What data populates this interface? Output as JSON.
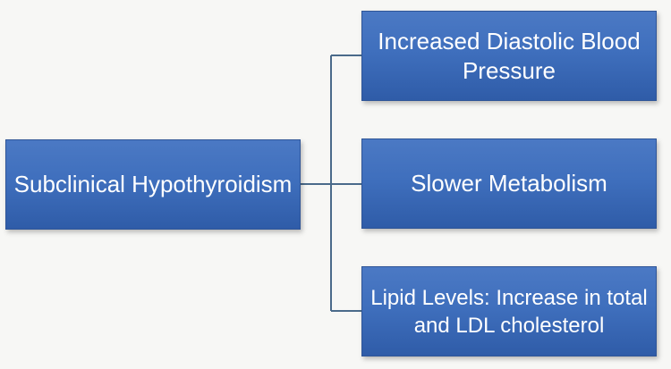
{
  "root": {
    "label": "Subclinical Hypothyroidism"
  },
  "children": [
    {
      "label": "Increased Diastolic Blood Pressure"
    },
    {
      "label": "Slower Metabolism"
    },
    {
      "label": "Lipid Levels: Increase in total and LDL cholesterol"
    }
  ],
  "colors": {
    "box_fill": "#4472c4",
    "box_border": "#2f5597",
    "text": "#ffffff",
    "connector": "#4a6a8a",
    "background": "#f7f7f5"
  }
}
